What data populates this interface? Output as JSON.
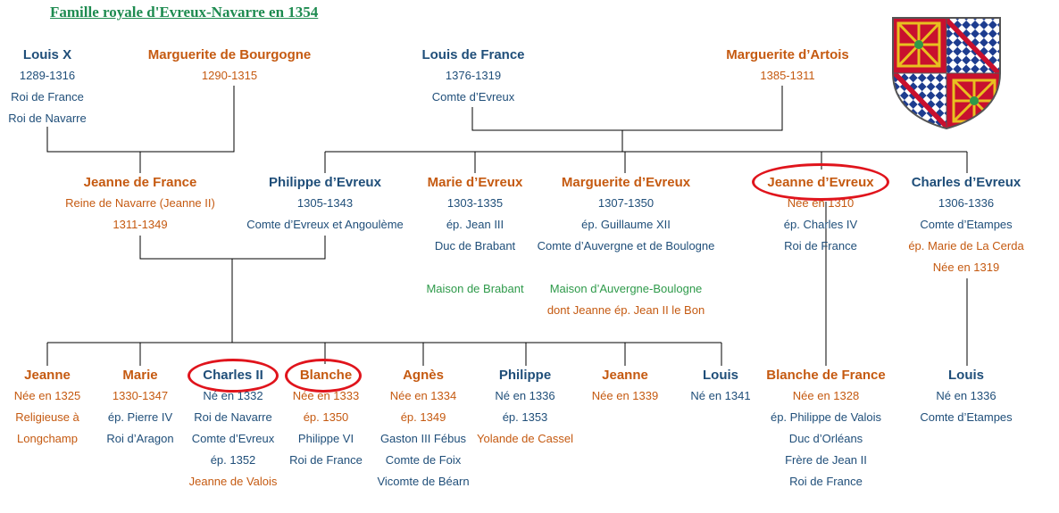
{
  "title": "Famille royale d'Evreux-Navarre en 1354",
  "colors": {
    "blue": "#1f4e79",
    "orange": "#c55a11",
    "green": "#2e9a4a",
    "circle": "#e0141c"
  },
  "icons": {
    "shield": "coat-of-arms-icon"
  },
  "generation1": {
    "louis_x": {
      "name": "Louis X",
      "lines": [
        {
          "t": "1289-1316",
          "c": "blue"
        },
        {
          "t": "Roi de France",
          "c": "blue"
        },
        {
          "t": "Roi de Navarre",
          "c": "blue"
        }
      ]
    },
    "marguerite_bourgogne": {
      "name": "Marguerite de Bourgogne",
      "lines": [
        {
          "t": "1290-1315",
          "c": "orange"
        }
      ]
    },
    "louis_france": {
      "name": "Louis de France",
      "lines": [
        {
          "t": "1376-1319",
          "c": "blue"
        },
        {
          "t": "Comte d’Evreux",
          "c": "blue"
        }
      ]
    },
    "marguerite_artois": {
      "name": "Marguerite d’Artois",
      "lines": [
        {
          "t": "1385-1311",
          "c": "orange"
        }
      ]
    }
  },
  "generation2": {
    "jeanne_france": {
      "name": "Jeanne de France",
      "lines": [
        {
          "t": "Reine de Navarre (Jeanne II)",
          "c": "orange"
        },
        {
          "t": "1311-1349",
          "c": "orange"
        }
      ]
    },
    "philippe_evreux": {
      "name": "Philippe d’Evreux",
      "lines": [
        {
          "t": "1305-1343",
          "c": "blue"
        },
        {
          "t": "Comte d’Evreux et Angoulème",
          "c": "blue"
        }
      ]
    },
    "marie_evreux": {
      "name": "Marie d’Evreux",
      "lines": [
        {
          "t": "1303-1335",
          "c": "blue"
        },
        {
          "t": "ép. Jean III",
          "c": "blue"
        },
        {
          "t": "Duc de Brabant",
          "c": "blue"
        },
        {
          "t": "",
          "c": "blue"
        },
        {
          "t": "Maison de Brabant",
          "c": "green"
        }
      ]
    },
    "marguerite_evreux": {
      "name": "Marguerite d’Evreux",
      "lines": [
        {
          "t": "1307-1350",
          "c": "blue"
        },
        {
          "t": "ép. Guillaume XII",
          "c": "blue"
        },
        {
          "t": "Comte d’Auvergne et de Boulogne",
          "c": "blue"
        },
        {
          "t": "",
          "c": "blue"
        },
        {
          "t": "Maison d’Auvergne-Boulogne",
          "c": "green"
        },
        {
          "t": "dont Jeanne ép. Jean II le Bon",
          "c": "orange"
        }
      ]
    },
    "jeanne_evreux": {
      "name": "Jeanne d’Evreux",
      "lines": [
        {
          "t": "Née en 1310",
          "c": "orange"
        },
        {
          "t": "ép. Charles IV",
          "c": "blue"
        },
        {
          "t": "Roi de France",
          "c": "blue"
        }
      ]
    },
    "charles_evreux": {
      "name": "Charles d’Evreux",
      "lines": [
        {
          "t": "1306-1336",
          "c": "blue"
        },
        {
          "t": "Comte d’Etampes",
          "c": "blue"
        },
        {
          "t": "ép. Marie de La Cerda",
          "c": "orange"
        },
        {
          "t": "Née en 1319",
          "c": "orange"
        }
      ]
    }
  },
  "generation3": {
    "jeanne_1325": {
      "name": "Jeanne",
      "lines": [
        {
          "t": "Née en 1325",
          "c": "orange"
        },
        {
          "t": "Religieuse à",
          "c": "orange"
        },
        {
          "t": "Longchamp",
          "c": "orange"
        }
      ]
    },
    "marie_1330": {
      "name": "Marie",
      "lines": [
        {
          "t": "1330-1347",
          "c": "orange"
        },
        {
          "t": "ép. Pierre IV",
          "c": "blue"
        },
        {
          "t": "Roi d’Aragon",
          "c": "blue"
        }
      ]
    },
    "charles_ii": {
      "name": "Charles II",
      "lines": [
        {
          "t": "Né en 1332",
          "c": "blue"
        },
        {
          "t": "Roi de Navarre",
          "c": "blue"
        },
        {
          "t": "Comte d’Evreux",
          "c": "blue"
        },
        {
          "t": "ép. 1352",
          "c": "blue"
        },
        {
          "t": "Jeanne de Valois",
          "c": "orange"
        }
      ]
    },
    "blanche_1333": {
      "name": "Blanche",
      "lines": [
        {
          "t": "Née en 1333",
          "c": "orange"
        },
        {
          "t": "ép. 1350",
          "c": "orange"
        },
        {
          "t": "Philippe VI",
          "c": "blue"
        },
        {
          "t": "Roi de France",
          "c": "blue"
        }
      ]
    },
    "agnes": {
      "name": "Agnès",
      "lines": [
        {
          "t": "Née en 1334",
          "c": "orange"
        },
        {
          "t": "ép. 1349",
          "c": "orange"
        },
        {
          "t": "Gaston III Fébus",
          "c": "blue"
        },
        {
          "t": "Comte de Foix",
          "c": "blue"
        },
        {
          "t": "Vicomte de Béarn",
          "c": "blue"
        }
      ]
    },
    "philippe_1336": {
      "name": "Philippe",
      "lines": [
        {
          "t": "Né en 1336",
          "c": "blue"
        },
        {
          "t": "ép. 1353",
          "c": "blue"
        },
        {
          "t": "Yolande de Cassel",
          "c": "orange"
        }
      ]
    },
    "jeanne_1339": {
      "name": "Jeanne",
      "lines": [
        {
          "t": "Née en 1339",
          "c": "orange"
        }
      ]
    },
    "louis_1341": {
      "name": "Louis",
      "lines": [
        {
          "t": "Né en 1341",
          "c": "blue"
        }
      ]
    },
    "blanche_france": {
      "name": "Blanche de France",
      "lines": [
        {
          "t": "Née en 1328",
          "c": "orange"
        },
        {
          "t": "ép. Philippe de Valois",
          "c": "blue"
        },
        {
          "t": "Duc d’Orléans",
          "c": "blue"
        },
        {
          "t": "Frère de Jean II",
          "c": "blue"
        },
        {
          "t": "Roi de France",
          "c": "blue"
        }
      ]
    },
    "louis_1336": {
      "name": "Louis",
      "lines": [
        {
          "t": "Né en 1336",
          "c": "blue"
        },
        {
          "t": "Comte d’Etampes",
          "c": "blue"
        }
      ]
    }
  }
}
